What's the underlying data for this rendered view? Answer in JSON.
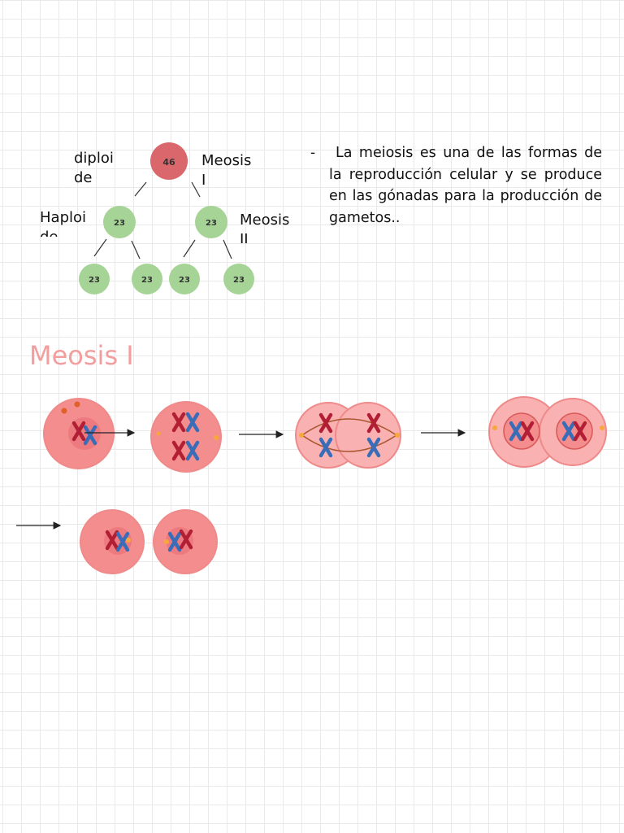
{
  "tree": {
    "root": {
      "value": "46",
      "color": "#d9676b"
    },
    "level1": [
      {
        "value": "23",
        "color": "#a6d496"
      },
      {
        "value": "23",
        "color": "#a6d496"
      }
    ],
    "level2": [
      {
        "value": "23",
        "color": "#a6d496"
      },
      {
        "value": "23",
        "color": "#a6d496"
      },
      {
        "value": "23",
        "color": "#a6d496"
      },
      {
        "value": "23",
        "color": "#a6d496"
      }
    ],
    "labels": {
      "diploid": "diploi\nde",
      "meiosis1": "Meosis\nI",
      "haploid": "Haploi\nde",
      "meiosis2": "Meosis\nII"
    }
  },
  "description": {
    "dash": "-",
    "text": "La meiosis es una de las formas de la reproducción celular y se produce en las gónadas para la producción de gametos.."
  },
  "section": {
    "title": "Meosis I"
  },
  "colors": {
    "cell": "#f48d8d",
    "cell_edge": "#ee8080",
    "cell_light": "#f7a8a8",
    "nucleus": "#ec7a7f",
    "chrom_red": "#b21f35",
    "chrom_blue": "#3a6db8",
    "centrosome": "#f6a83a",
    "heading": "#f29e9e"
  },
  "icons": [
    "arrow-right-icon",
    "chromosome-icon",
    "cell-icon"
  ]
}
